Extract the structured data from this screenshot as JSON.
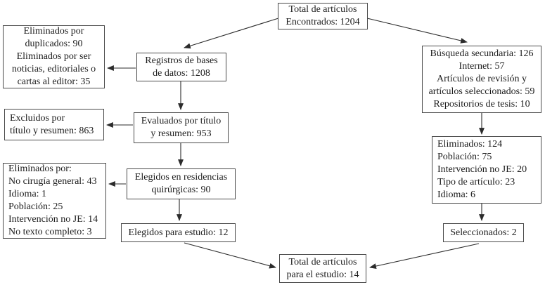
{
  "diagram": {
    "type": "flowchart",
    "language": "es",
    "colors": {
      "background": "#ffffff",
      "box_border": "#4a4a4a",
      "text": "#1c1c1c",
      "arrow": "#2b2b2b"
    },
    "boxes": {
      "total_encontrados": {
        "text": "Total de artículos\nEncontrados: 1204"
      },
      "eliminados_duplicados": {
        "text": "Eliminados por\nduplicados: 90\nEliminados por ser\nnoticias, editoriales o\ncartas al editor: 35"
      },
      "registros_bases": {
        "text": "Registros de bases\nde datos: 1208"
      },
      "busqueda_secundaria": {
        "text": "Búsqueda secundaria: 126\nInternet: 57\nArtículos de revisión y\nartículos seleccionados: 59\nRepositorios de tesis: 10"
      },
      "excluidos_titulo": {
        "text": "Excluidos por\ntítulo y resumen: 863"
      },
      "evaluados_titulo": {
        "text": "Evaluados por título\ny resumen: 953"
      },
      "eliminados_124": {
        "text": "Eliminados: 124\nPoblación: 75\nIntervención no JE: 20\nTipo de artículo: 23\nIdioma: 6"
      },
      "eliminados_por": {
        "text": "Eliminados por:\nNo cirugía general: 43\nIdioma: 1\nPoblación: 25\nIntervención no JE: 14\nNo texto completo: 3"
      },
      "elegidos_residencias": {
        "text": "Elegidos en residencias\nquirúrgicas: 90"
      },
      "elegidos_estudio": {
        "text": "Elegidos para estudio: 12"
      },
      "seleccionados": {
        "text": "Seleccionados: 2"
      },
      "total_estudio": {
        "text": "Total de artículos\npara el estudio: 14"
      }
    }
  }
}
